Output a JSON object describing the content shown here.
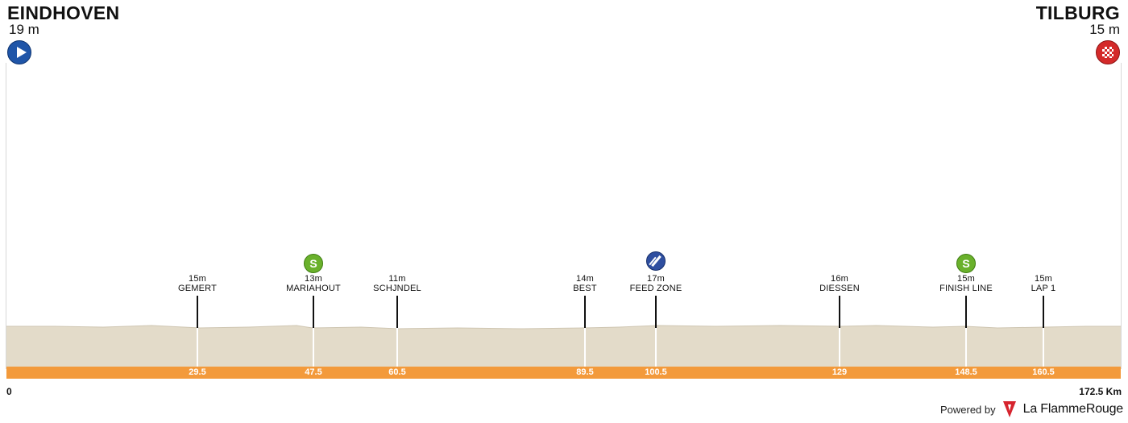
{
  "start": {
    "name": "EINDHOVEN",
    "altitude": "19 m",
    "icon": "start-play-icon"
  },
  "finish": {
    "name": "TILBURG",
    "altitude": "15 m",
    "icon": "finish-flag-icon"
  },
  "distance": {
    "start_label": "0",
    "end_label": "172.5 Km",
    "total_km": 172.5
  },
  "colors": {
    "distance_bar": "#f39a3b",
    "terrain": "#e3dbc9",
    "sprint": "#6ab12c",
    "feed": "#2f4fa0",
    "start": "#1f55a8",
    "finish": "#d42a2a"
  },
  "markers": [
    {
      "id": "gemert",
      "altitude": "15m",
      "name": "GEMERT",
      "km": "29.5",
      "icon": ""
    },
    {
      "id": "mariahout",
      "altitude": "13m",
      "name": "MARIAHOUT",
      "km": "47.5",
      "icon": "sprint",
      "icon_text": "S"
    },
    {
      "id": "schjndel",
      "altitude": "11m",
      "name": "SCHJNDEL",
      "km": "60.5",
      "icon": ""
    },
    {
      "id": "best",
      "altitude": "14m",
      "name": "BEST",
      "km": "89.5",
      "icon": ""
    },
    {
      "id": "feed-zone",
      "altitude": "17m",
      "name": "FEED ZONE",
      "km": "100.5",
      "icon": "feed"
    },
    {
      "id": "diessen",
      "altitude": "16m",
      "name": "DIESSEN",
      "km": "129",
      "icon": ""
    },
    {
      "id": "finish-line",
      "altitude": "15m",
      "name": "FINISH LINE",
      "km": "148.5",
      "icon": "sprint",
      "icon_text": "S"
    },
    {
      "id": "lap-1",
      "altitude": "15m",
      "name": "LAP 1",
      "km": "160.5",
      "icon": ""
    }
  ],
  "footer": {
    "powered_by": "Powered by",
    "brand": "La FlammeRouge",
    "brand_icon": "flamme-rouge-logo-icon"
  }
}
